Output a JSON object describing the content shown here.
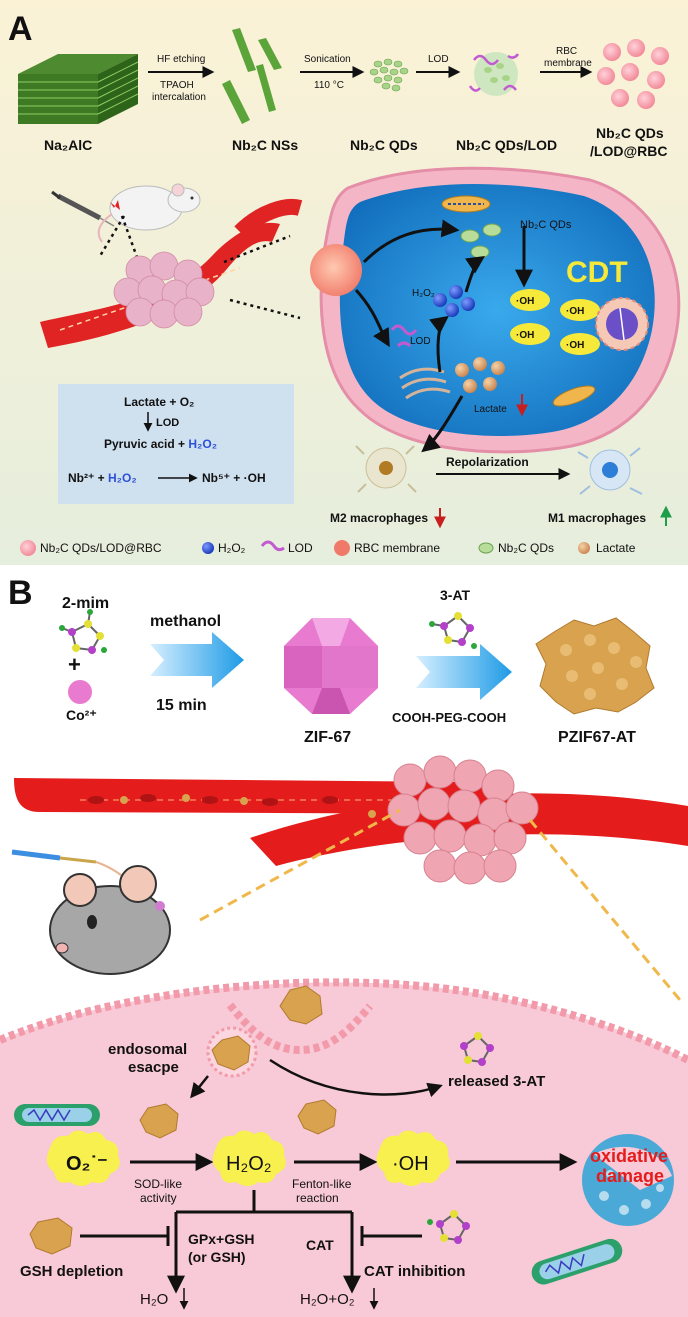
{
  "panelA": {
    "label": "A",
    "synthesis": {
      "step1_top": "HF etching",
      "step1_bottom": "TPAOH intercalation",
      "step2_top": "Sonication",
      "step2_bottom": "110 °C",
      "step3_top": "LOD",
      "step4_top": "RBC",
      "step4_top2": "membrane",
      "products": [
        "Na₂AlC",
        "Nb₂C NSs",
        "Nb₂C QDs",
        "Nb₂C QDs/LOD",
        "Nb₂C QDs",
        "/LOD@RBC"
      ]
    },
    "cell": {
      "cdt": "CDT",
      "nb2c_qds": "Nb₂C QDs",
      "h2o2": "H₂O₂",
      "lod": "LOD",
      "lactate": "Lactate",
      "oh_labels": [
        "·OH",
        "·OH",
        "·OH",
        "·OH"
      ]
    },
    "reaction_box": {
      "line1": "Lactate + O₂",
      "line2": "LOD",
      "line3a": "Pyruvic acid + ",
      "line3b": "H₂O₂",
      "line4a": "Nb²⁺ + ",
      "line4b": "H₂O₂",
      "line4c": "Nb⁵⁺ + ·OH"
    },
    "macrophages": {
      "repolarization": "Repolarization",
      "m2": "M2 macrophages",
      "m1": "M1 macrophages"
    },
    "legend": [
      "Nb₂C QDs/LOD@RBC",
      "H₂O₂",
      "LOD",
      "RBC membrane",
      "Nb₂C QDs",
      "Lactate"
    ]
  },
  "panelB": {
    "label": "B",
    "synthesis": {
      "mim": "2-mim",
      "co": "Co²⁺",
      "methanol": "methanol",
      "time": "15 min",
      "zif": "ZIF-67",
      "at": "3-AT",
      "peg": "COOH-PEG-COOH",
      "product": "PZIF67-AT"
    },
    "cell": {
      "endosomal1": "endosomal",
      "endosomal2": "esacpe",
      "released": "released 3-AT",
      "o2": "O₂˙⁻",
      "h2o2": "H₂O₂",
      "oh": "·OH",
      "sod1": "SOD-like",
      "sod2": "activity",
      "fenton1": "Fenton-like",
      "fenton2": "reaction",
      "oxidative1": "oxidative",
      "oxidative2": "damage",
      "gpx1": "GPx+GSH",
      "gpx2": "(or GSH)",
      "cat": "CAT",
      "gsh_depletion": "GSH depletion",
      "cat_inhibition": "CAT inhibition",
      "h2o": "H₂O",
      "h2o_o2": "H₂O+O₂"
    }
  },
  "colors": {
    "panelA_bg_top": "#fbf2d6",
    "panelA_bg_bottom": "#e9efdf",
    "vessel_red": "#e02424",
    "cell_blue": "#1d8fd8",
    "pink_membrane": "#f2a7b4",
    "cdt_yellow": "#f7e93a",
    "h2o2_blue": "#2d50d6",
    "arrow_blue": "#2aa3e8",
    "zif_pink": "#e87ad0",
    "particle_tan": "#d9a24e",
    "panelB_cell_bg": "#f8c9d6",
    "oxidative_red": "#e41c1c",
    "lod_purple": "#c25bd0"
  }
}
